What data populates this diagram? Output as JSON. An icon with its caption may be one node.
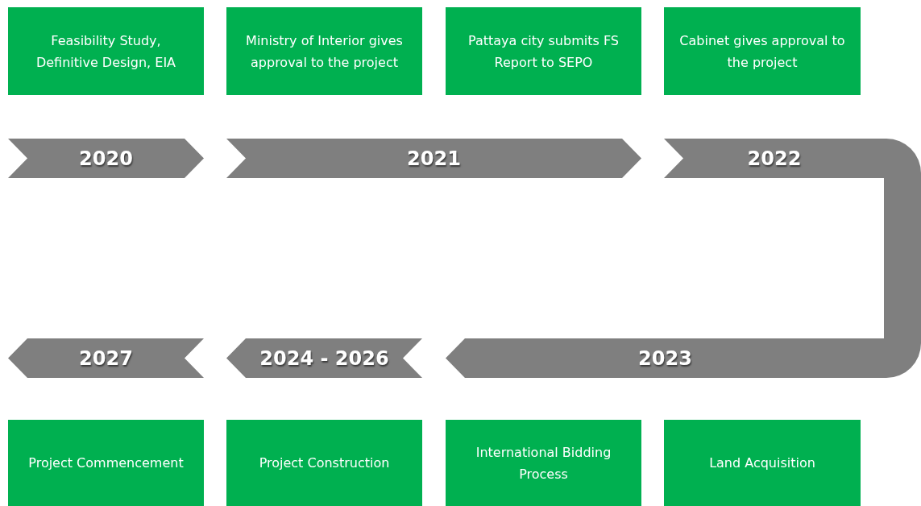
{
  "diagram": {
    "nodes": [
      {
        "text": [
          "Feasibility Study, Definitive Design, EIA"
        ]
      },
      {
        "text": [
          "Ministry of Interior gives approval to the project"
        ]
      },
      {
        "text": [
          "Pattaya city submits FS Report to SEPO"
        ]
      },
      {
        "text": [
          "Cabinet gives approval to the project"
        ]
      },
      {
        "text": [
          "2020"
        ]
      },
      {
        "text": [
          "2021"
        ]
      },
      {
        "text": [
          "2022"
        ]
      },
      {
        "text": [],
        "shape": "bar"
      },
      {
        "text": [
          "2027"
        ]
      },
      {
        "text": [
          "2024 - 2026"
        ]
      },
      {
        "text": [
          "2023"
        ]
      },
      {
        "text": [
          "Project Commencement"
        ]
      },
      {
        "text": [
          "Project Construction"
        ]
      },
      {
        "text": [
          "International Bidding Process"
        ]
      },
      {
        "text": [
          "Land Acquisition"
        ]
      }
    ]
  }
}
